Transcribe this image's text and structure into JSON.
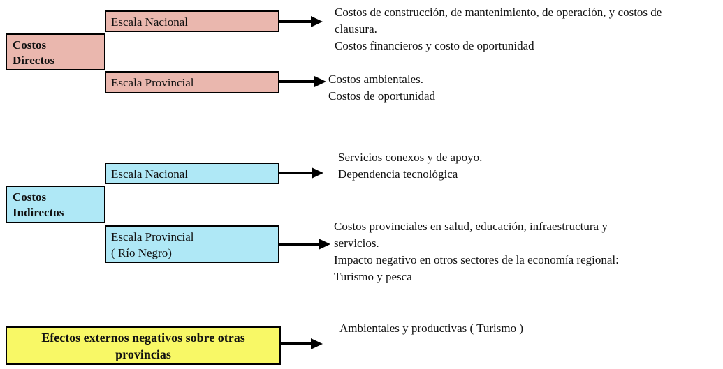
{
  "colors": {
    "pink": "#EAB7AE",
    "cyan": "#AFE8F6",
    "yellow": "#F8F866",
    "border": "#000000",
    "arrow": "#000000"
  },
  "direct": {
    "parent_label": "Costos\nDirectos",
    "national_label": "Escala Nacional",
    "provincial_label": "Escala Provincial",
    "national_desc": "Costos de construcción, de mantenimiento, de  operación, y costos de\nclausura.\nCostos financieros y costo de oportunidad",
    "provincial_desc": "Costos ambientales.\nCostos de oportunidad"
  },
  "indirect": {
    "parent_label": "Costos\nIndirectos",
    "national_label": "Escala Nacional",
    "provincial_label": "Escala Provincial\n( Río Negro)",
    "national_desc": "Servicios conexos y de apoyo.\nDependencia tecnológica",
    "provincial_desc": "Costos provinciales en salud, educación, infraestructura y\nservicios.\nImpacto negativo en otros sectores de la economía regional:\nTurismo y pesca"
  },
  "external": {
    "label": "Efectos externos negativos sobre otras\nprovincias",
    "desc": "Ambientales y productivas ( Turismo )"
  }
}
